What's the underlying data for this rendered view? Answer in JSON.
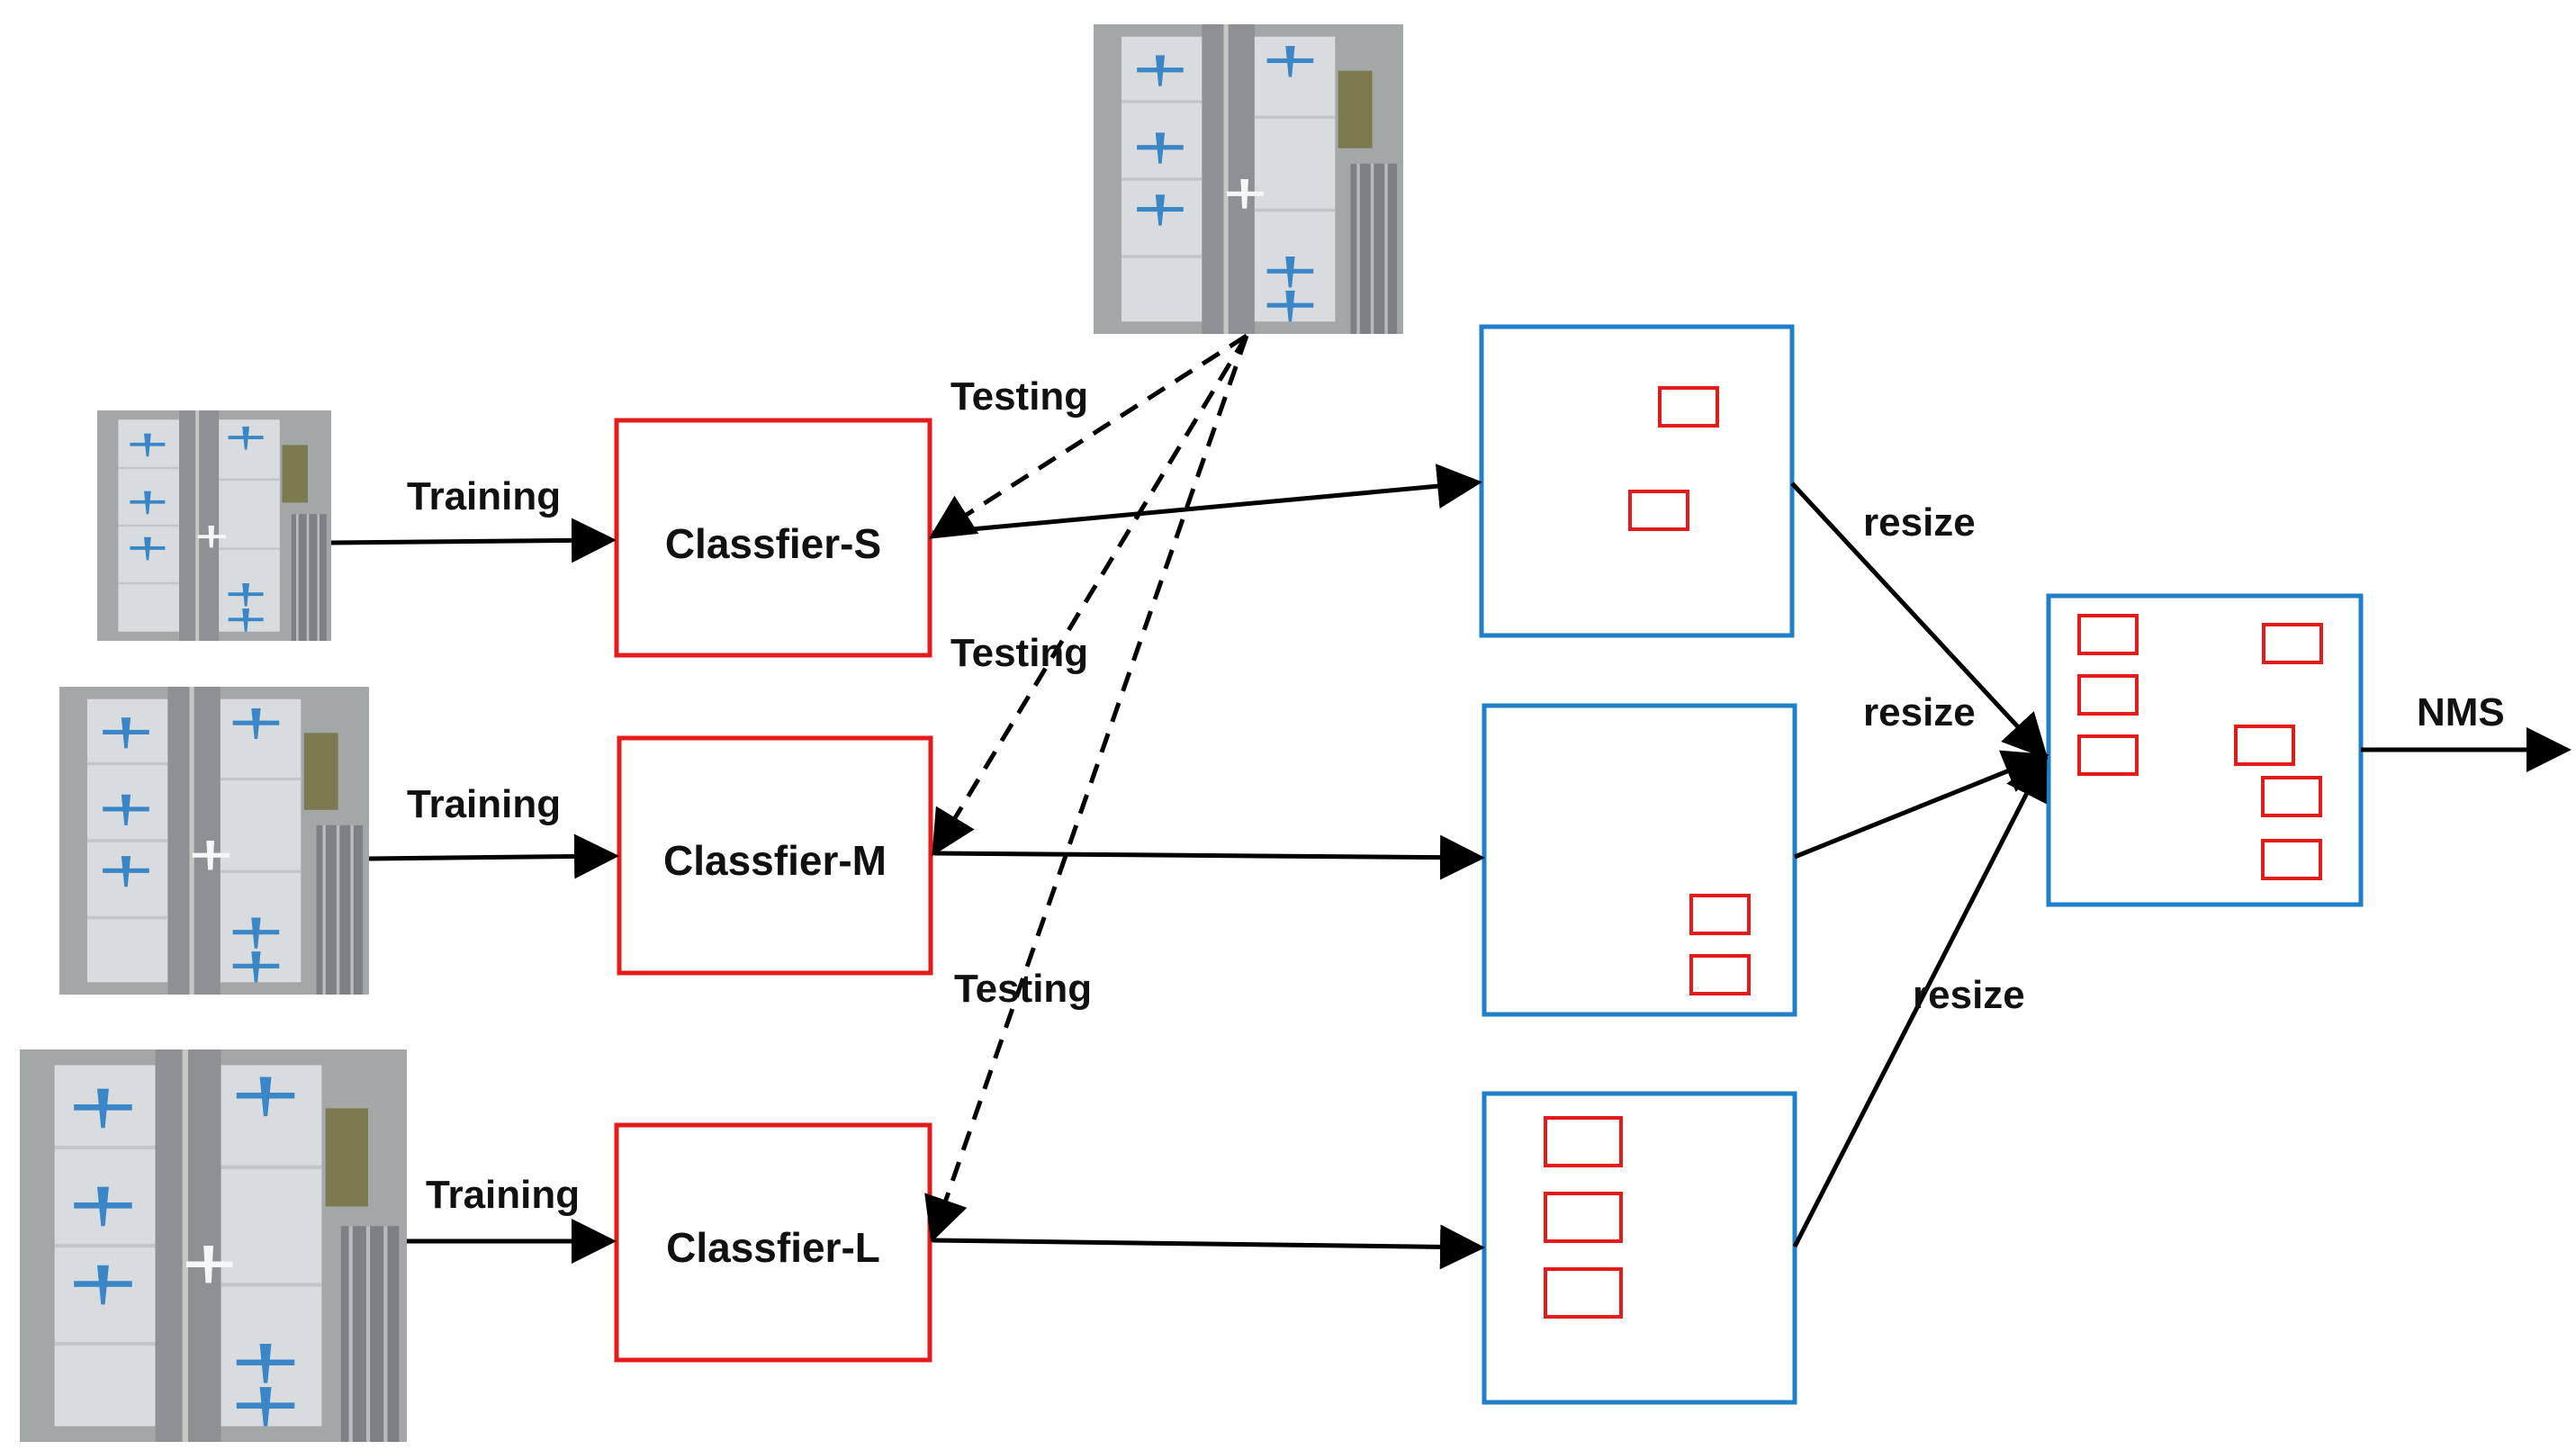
{
  "classifiers": [
    {
      "id": "s",
      "label": "Classfier-S"
    },
    {
      "id": "m",
      "label": "Classfier-M"
    },
    {
      "id": "l",
      "label": "Classfier-L"
    }
  ],
  "edge_labels": {
    "training": "Training",
    "testing": "Testing",
    "resize": "resize",
    "nms": "NMS"
  },
  "colors": {
    "classifier_border": "#e31b1b",
    "result_border": "#1f7fc8",
    "detection_box": "#e31b1b",
    "arrow": "#000000",
    "apron": "#d9dcdf",
    "tarmac": "#8f9094",
    "grass": "#7c7a4f",
    "aircraft": "#3a86c6"
  },
  "icons": {
    "satellite_image": "airport-aerial-image",
    "aircraft": "airplane-icon"
  }
}
